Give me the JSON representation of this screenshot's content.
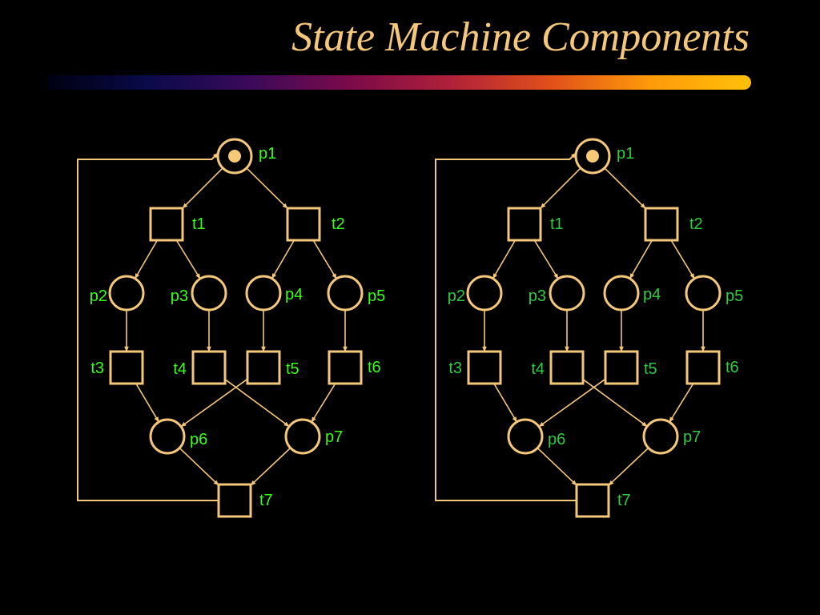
{
  "title": "State Machine Components",
  "colors": {
    "background": "#000000",
    "title": "#F5C77A",
    "node_stroke": "#F5C77A",
    "edge": "#F5C77A",
    "token": "#F7CA78",
    "label_left": "#39FF14",
    "label_right": "#2ECC40",
    "bar_gradient": [
      "#000012",
      "#0A0A4A",
      "#3A0A5A",
      "#7A0A4A",
      "#B0203A",
      "#E0501A",
      "#FF9A0A",
      "#FFC00A"
    ]
  },
  "diagrams": [
    {
      "places": [
        {
          "label": "p1",
          "token": true
        },
        {
          "label": "p2",
          "token": false
        },
        {
          "label": "p3",
          "token": false
        },
        {
          "label": "p4",
          "token": false
        },
        {
          "label": "p5",
          "token": false
        },
        {
          "label": "p6",
          "token": false
        },
        {
          "label": "p7",
          "token": false
        }
      ],
      "transitions": [
        {
          "label": "t1"
        },
        {
          "label": "t2"
        },
        {
          "label": "t3"
        },
        {
          "label": "t4"
        },
        {
          "label": "t5"
        },
        {
          "label": "t6"
        },
        {
          "label": "t7"
        }
      ]
    },
    {
      "places": [
        {
          "label": "p1",
          "token": true
        },
        {
          "label": "p2",
          "token": false
        },
        {
          "label": "p3",
          "token": false
        },
        {
          "label": "p4",
          "token": false
        },
        {
          "label": "p5",
          "token": false
        },
        {
          "label": "p6",
          "token": false
        },
        {
          "label": "p7",
          "token": false
        }
      ],
      "transitions": [
        {
          "label": "t1"
        },
        {
          "label": "t2"
        },
        {
          "label": "t3"
        },
        {
          "label": "t4"
        },
        {
          "label": "t5"
        },
        {
          "label": "t6"
        },
        {
          "label": "t7"
        }
      ]
    }
  ],
  "arcs": [
    [
      "p1",
      "t1"
    ],
    [
      "p1",
      "t2"
    ],
    [
      "t1",
      "p2"
    ],
    [
      "t1",
      "p3"
    ],
    [
      "t2",
      "p4"
    ],
    [
      "t2",
      "p5"
    ],
    [
      "p2",
      "t3"
    ],
    [
      "p3",
      "t4"
    ],
    [
      "p4",
      "t5"
    ],
    [
      "p5",
      "t6"
    ],
    [
      "t3",
      "p6"
    ],
    [
      "t4",
      "p7"
    ],
    [
      "t5",
      "p6"
    ],
    [
      "t6",
      "p7"
    ],
    [
      "p6",
      "t7"
    ],
    [
      "p7",
      "t7"
    ],
    [
      "t7",
      "p1"
    ]
  ]
}
